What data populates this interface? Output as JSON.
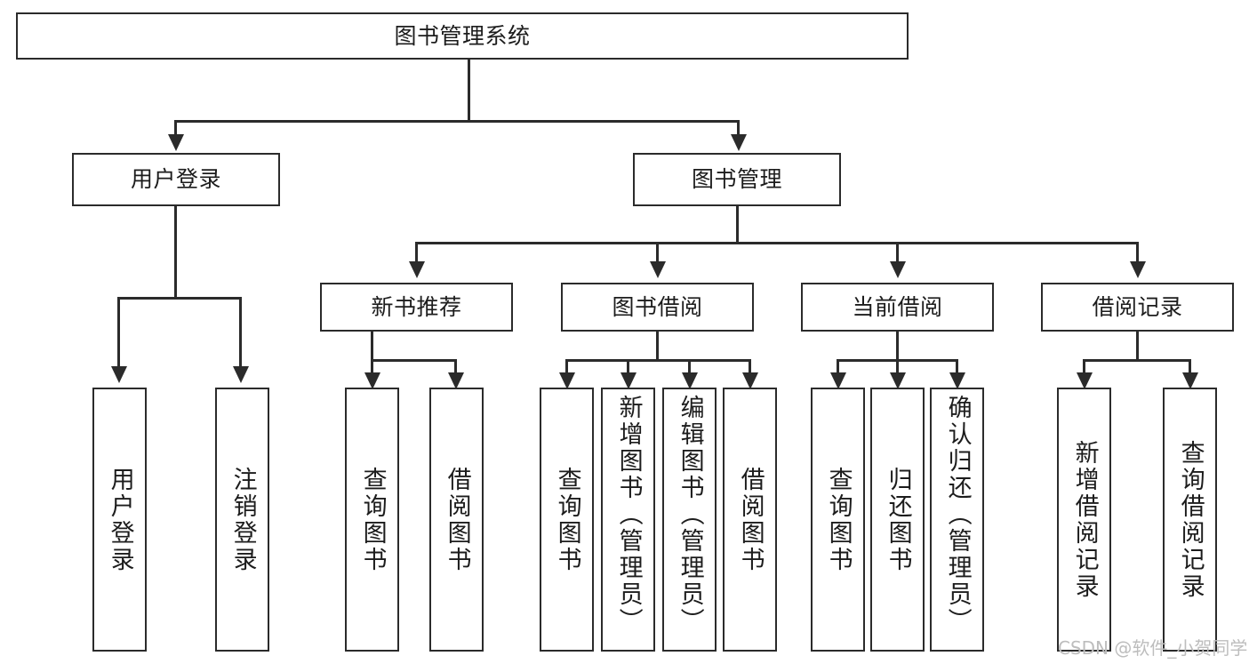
{
  "diagram": {
    "type": "tree-hierarchy-diagram",
    "title": "图书管理系统",
    "root": {
      "id": "root",
      "label": "图书管理系统"
    },
    "level2": [
      {
        "id": "user-login",
        "label": "用户登录"
      },
      {
        "id": "book-manage",
        "label": "图书管理"
      }
    ],
    "level3": [
      {
        "id": "new-book-recommend",
        "label": "新书推荐"
      },
      {
        "id": "book-borrow",
        "label": "图书借阅"
      },
      {
        "id": "current-borrow",
        "label": "当前借阅"
      },
      {
        "id": "borrow-record",
        "label": "借阅记录"
      }
    ],
    "leaves": {
      "user_login": [
        {
          "id": "leaf-user-login",
          "label": "用户登录"
        },
        {
          "id": "leaf-logout",
          "label": "注销登录"
        }
      ],
      "new_book_recommend": [
        {
          "id": "leaf-query-book-1",
          "label": "查询图书"
        },
        {
          "id": "leaf-borrow-book-1",
          "label": "借阅图书"
        }
      ],
      "book_borrow": [
        {
          "id": "leaf-query-book-2",
          "label": "查询图书"
        },
        {
          "id": "leaf-add-book",
          "label": "新增图书（管理员）"
        },
        {
          "id": "leaf-edit-book",
          "label": "编辑图书（管理员）"
        },
        {
          "id": "leaf-borrow-book-2",
          "label": "借阅图书"
        }
      ],
      "current_borrow": [
        {
          "id": "leaf-query-book-3",
          "label": "查询图书"
        },
        {
          "id": "leaf-return-book",
          "label": "归还图书"
        },
        {
          "id": "leaf-confirm-return",
          "label": "确认归还（管理员）"
        }
      ],
      "borrow_record": [
        {
          "id": "leaf-add-record",
          "label": "新增借阅记录"
        },
        {
          "id": "leaf-query-record",
          "label": "查询借阅记录"
        }
      ]
    }
  },
  "watermark": {
    "text": "CSDN @软件_小贺同学"
  },
  "colors": {
    "stroke": "#2b2b2b",
    "fill": "#ffffff",
    "text": "#1c1c1c",
    "watermark": "#bdbdbd"
  }
}
